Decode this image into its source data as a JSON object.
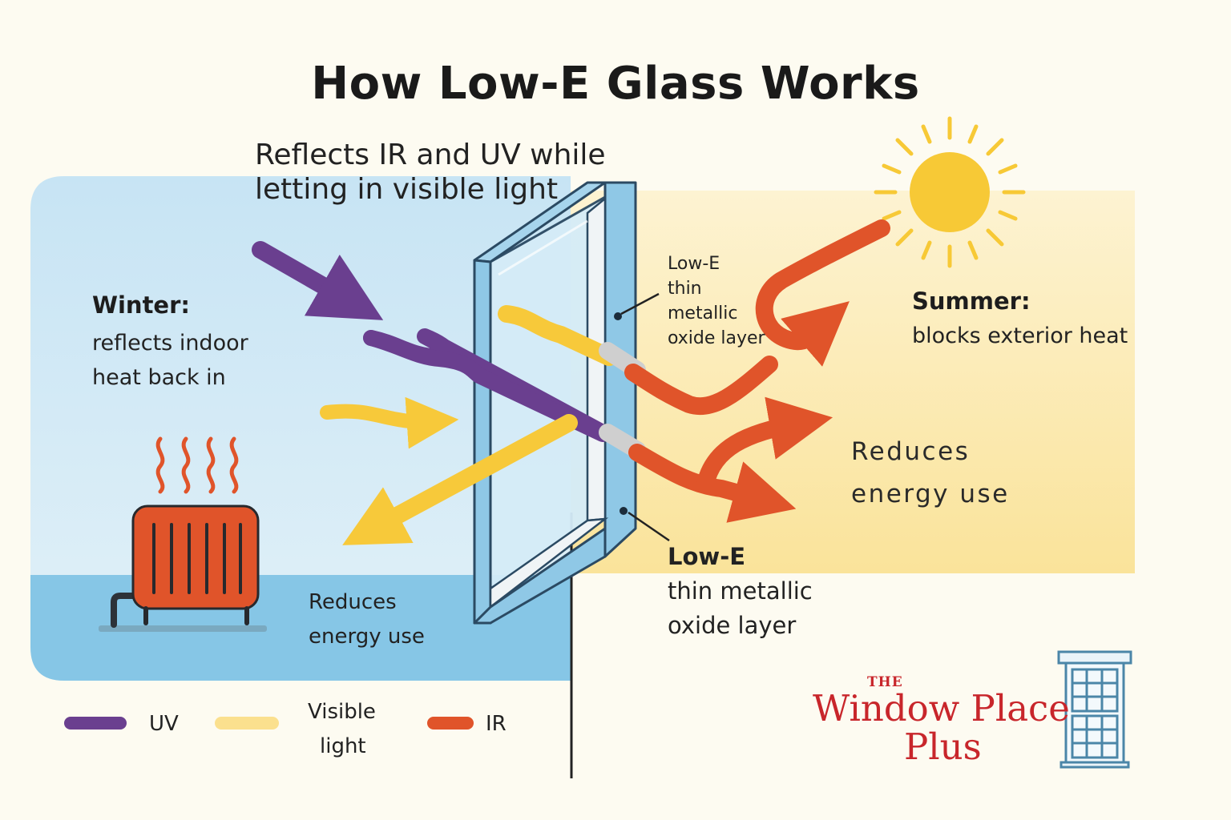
{
  "title": "How Low-E Glass Works",
  "subtitle": {
    "line1": "Reflects IR and UV while",
    "line2": "letting in visible light"
  },
  "winter": {
    "heading": "Winter:",
    "line1": "reflects indoor",
    "line2": "heat back in",
    "reduces_line1": "Reduces",
    "reduces_line2": "energy use"
  },
  "summer": {
    "heading": "Summer:",
    "line1": "blocks exterior heat",
    "reduces_line1": "Reduces",
    "reduces_line2": "energy use"
  },
  "low_e_small": {
    "line1": "Low-E",
    "line2": "thin",
    "line3": "metallic",
    "line4": "oxide layer"
  },
  "low_e_large": {
    "line1": "Low-E",
    "line2": "thin metallic",
    "line3": "oxide layer"
  },
  "legend": {
    "uv": "UV",
    "visible_line1": "Visible",
    "visible_line2": "light",
    "ir": "IR"
  },
  "brand": {
    "the": "THE",
    "line1": "Window Place",
    "line2": "Plus"
  },
  "colors": {
    "uv": "#6a3f8f",
    "visible": "#f7c93a",
    "ir": "#e0542a",
    "indoor": "#cfe8f5",
    "floor": "#86c6e6",
    "outdoor": "#fbe7a2",
    "glass": "#8fc8e6",
    "sun": "#f7c936",
    "brand": "#c8262b"
  },
  "icons": {
    "sun": "sun-icon",
    "heater": "radiator-icon",
    "heat_waves": "heat-waves-icon",
    "window": "window-icon"
  }
}
